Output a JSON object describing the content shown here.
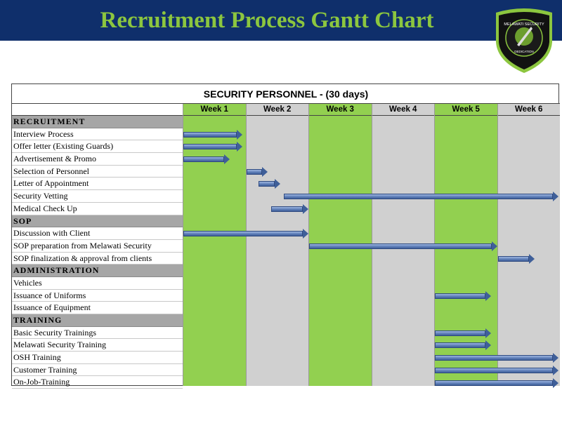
{
  "header": {
    "title": "Recruitment Process Gantt Chart",
    "banner_color": "#0f2f6b",
    "title_color": "#8cc63f",
    "badge": {
      "text_top": "MELAWATI SECURITY",
      "text_bottom": "DEDICATION",
      "icon": "quill-pen-emblem"
    }
  },
  "chart_title": "SECURITY PERSONNEL -  (30 days)",
  "weeks": [
    {
      "label": "Week 1",
      "color": "#92d050"
    },
    {
      "label": "Week 2",
      "color": "#d0d0d0"
    },
    {
      "label": "Week 3",
      "color": "#92d050"
    },
    {
      "label": "Week 4",
      "color": "#d0d0d0"
    },
    {
      "label": "Week 5",
      "color": "#92d050"
    },
    {
      "label": "Week 6",
      "color": "#d0d0d0"
    }
  ],
  "rows": [
    {
      "type": "section",
      "label": "RECRUITMENT"
    },
    {
      "type": "task",
      "label": "Interview Process",
      "start": 0,
      "end": 0.95
    },
    {
      "type": "task",
      "label": "Offer letter (Existing Guards)",
      "start": 0,
      "end": 0.95
    },
    {
      "type": "task",
      "label": "Advertisement & Promo",
      "start": 0,
      "end": 0.75
    },
    {
      "type": "task",
      "label": "Selection of Personnel",
      "start": 1.0,
      "end": 1.35
    },
    {
      "type": "task",
      "label": "Letter of Appointment",
      "start": 1.2,
      "end": 1.55
    },
    {
      "type": "task",
      "label": "Security Vetting",
      "start": 1.6,
      "end": 6.0
    },
    {
      "type": "task",
      "label": "Medical Check Up",
      "start": 1.4,
      "end": 2.0
    },
    {
      "type": "section",
      "label": "SOP"
    },
    {
      "type": "task",
      "label": "Discussion with Client",
      "start": 0,
      "end": 2.0
    },
    {
      "type": "task",
      "label": "SOP preparation from Melawati Security",
      "start": 2.0,
      "end": 5.0
    },
    {
      "type": "task",
      "label": "SOP finalization & approval from clients",
      "start": 5.0,
      "end": 5.6
    },
    {
      "type": "section",
      "label": "ADMINISTRATION"
    },
    {
      "type": "task",
      "label": "Vehicles"
    },
    {
      "type": "task",
      "label": "Issuance of Uniforms",
      "start": 4.0,
      "end": 4.9
    },
    {
      "type": "task",
      "label": "Issuance of Equipment"
    },
    {
      "type": "section",
      "label": "TRAINING"
    },
    {
      "type": "task",
      "label": "Basic Security Trainings",
      "start": 4.0,
      "end": 4.9
    },
    {
      "type": "task",
      "label": "Melawati Security Training",
      "start": 4.0,
      "end": 4.9
    },
    {
      "type": "task",
      "label": "OSH Training",
      "start": 4.0,
      "end": 6.0
    },
    {
      "type": "task",
      "label": "Customer Training",
      "start": 4.0,
      "end": 6.0
    },
    {
      "type": "task",
      "label": "On-Job-Training",
      "start": 4.0,
      "end": 6.0
    }
  ]
}
